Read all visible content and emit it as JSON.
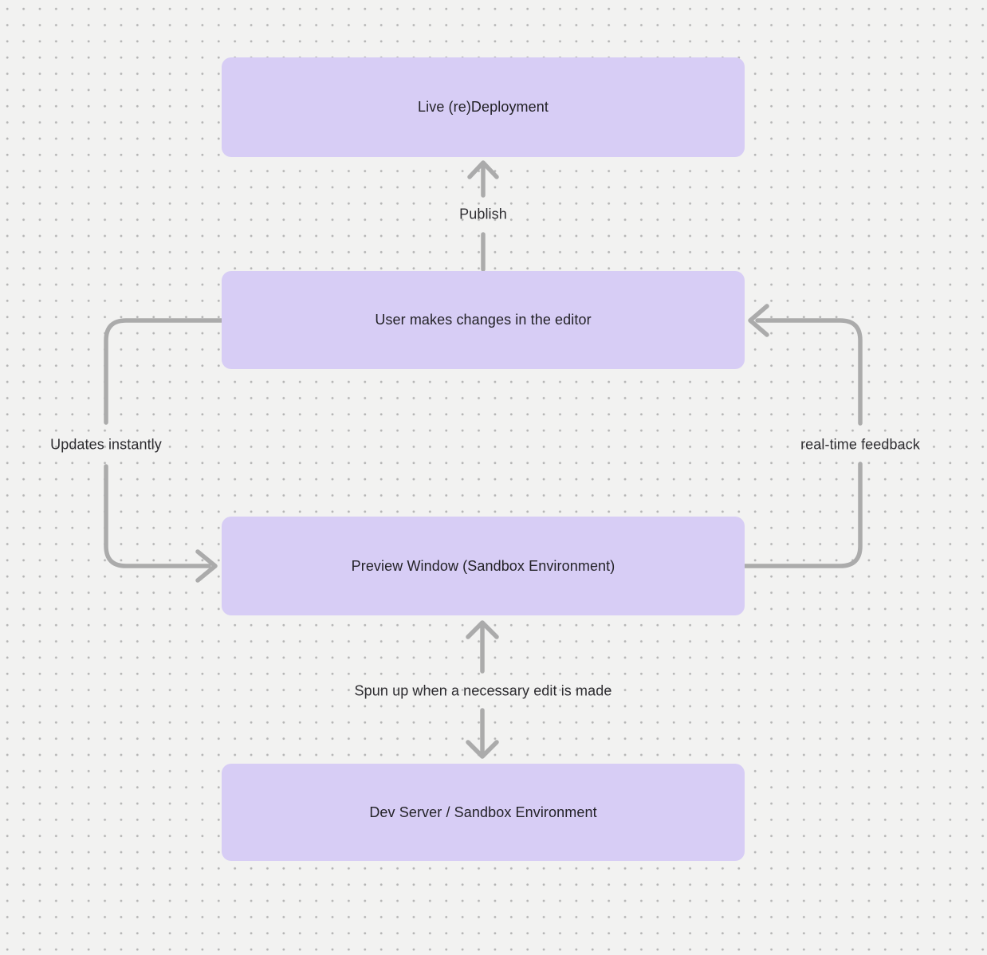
{
  "diagram": {
    "colors": {
      "background": "#f2f2f1",
      "dot": "#b5b5b5",
      "node_fill": "#d7cdf5",
      "node_text": "#232227",
      "arrow": "#ababab",
      "label_text": "#2e2d31"
    },
    "nodes": [
      {
        "id": "live-deployment",
        "label": "Live (re)Deployment"
      },
      {
        "id": "user-editor",
        "label": "User makes changes in the editor"
      },
      {
        "id": "preview-window",
        "label": "Preview Window (Sandbox Environment)"
      },
      {
        "id": "dev-server",
        "label": "Dev Server / Sandbox Environment"
      }
    ],
    "edges": [
      {
        "id": "publish",
        "label": "Publish",
        "from": "user-editor",
        "to": "live-deployment",
        "style": "straight-up"
      },
      {
        "id": "updates-instantly",
        "label": "Updates instantly",
        "from": "user-editor",
        "to": "preview-window",
        "style": "left-loop"
      },
      {
        "id": "real-time-feedback",
        "label": "real-time feedback",
        "from": "preview-window",
        "to": "user-editor",
        "style": "right-loop"
      },
      {
        "id": "spun-up",
        "label": "Spun up when a necessary edit is made",
        "from": "preview-window",
        "to": "dev-server",
        "style": "bidirectional"
      }
    ]
  }
}
